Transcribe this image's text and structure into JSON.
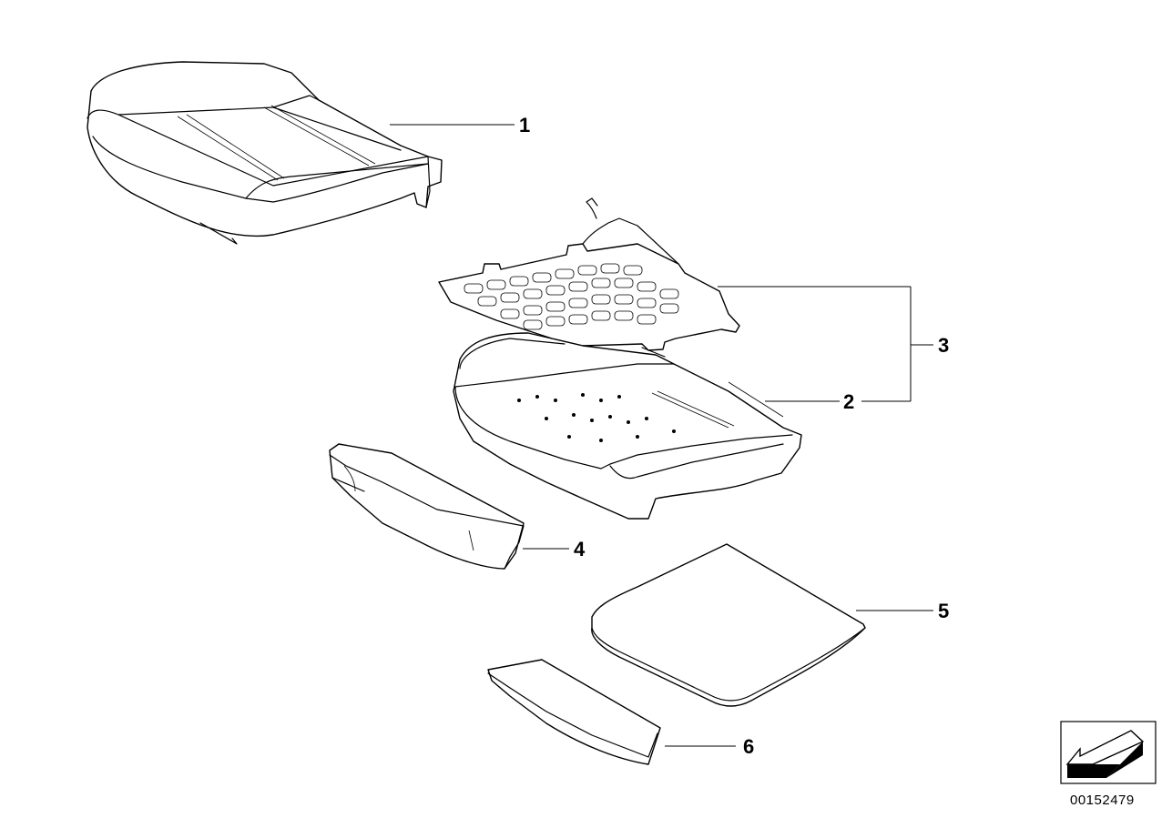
{
  "callouts": {
    "c1": "1",
    "c2": "2",
    "c3": "3",
    "c4": "4",
    "c5": "5",
    "c6": "6"
  },
  "document_number": "00152479",
  "colors": {
    "line": "#000000",
    "background": "#ffffff"
  },
  "icons": {
    "orientation": "direction-arrow-icon"
  }
}
